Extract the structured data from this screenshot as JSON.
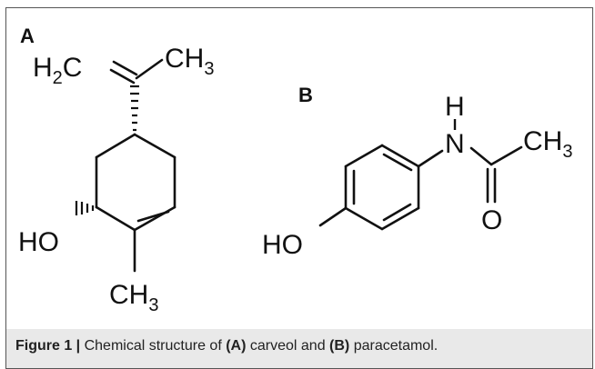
{
  "panel_a": {
    "label": "A",
    "atoms": {
      "h2c": "H",
      "h2c_sub": "2",
      "h2c_c": "C",
      "ch3_top": "CH",
      "ch3_top_sub": "3",
      "ho": "HO",
      "ch3_bottom": "CH",
      "ch3_bottom_sub": "3"
    }
  },
  "panel_b": {
    "label": "B",
    "atoms": {
      "h": "H",
      "n": "N",
      "ch3": "CH",
      "ch3_sub": "3",
      "o": "O",
      "ho": "HO"
    }
  },
  "caption": {
    "figure_label": "Figure 1 |",
    "text_1": " Chemical structure of ",
    "a_ref": "(A)",
    "text_2": " carveol and ",
    "b_ref": "(B)",
    "text_3": " paracetamol."
  }
}
